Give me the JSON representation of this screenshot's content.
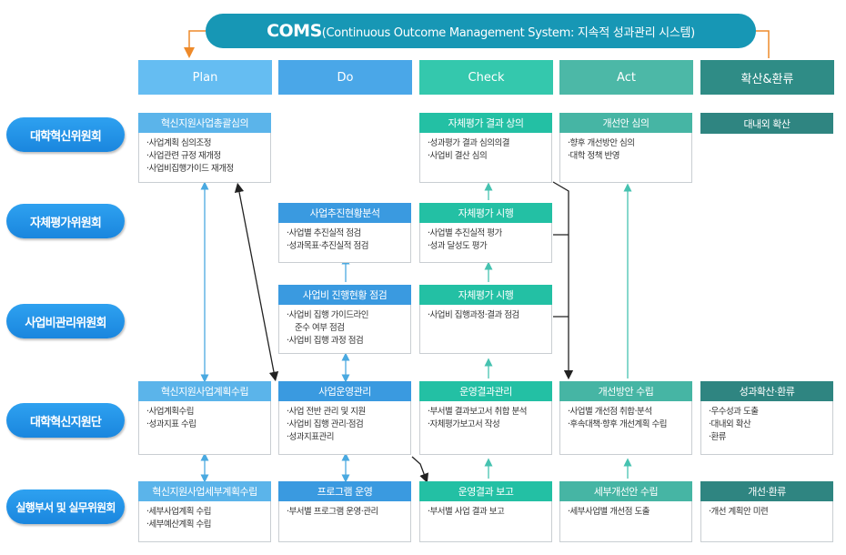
{
  "title": {
    "main": "COMS",
    "sub": "(Continuous Outcome Management System: 지속적 성과관리 시스템)"
  },
  "phases": [
    {
      "label": "Plan",
      "color": "#65bdf2"
    },
    {
      "label": "Do",
      "color": "#4aa7e8"
    },
    {
      "label": "Check",
      "color": "#34c8ad"
    },
    {
      "label": "Act",
      "color": "#4cb8a7"
    },
    {
      "label": "확산&환류",
      "color": "#2f8c86"
    }
  ],
  "rows": [
    "대학혁신위원회",
    "자체평가위원회",
    "사업비관리위원회",
    "대학혁신지원단",
    "실행부서 및 실무위원회"
  ],
  "boxes": {
    "plan_r1": {
      "title": "혁신지원사업총괄심의",
      "items": [
        "·사업계획 심의조정",
        "·사업관련 규정 재개정",
        "·사업비집행가이드 재개정"
      ]
    },
    "chk_r1": {
      "title": "자체평가 결과 상의",
      "items": [
        "·성과평가 결과 심의의결",
        "·사업비 결산 심의"
      ]
    },
    "act_r1": {
      "title": "개선안 심의",
      "items": [
        "·향후 개선방안 심의",
        "·대학 정책 반영"
      ]
    },
    "ext_r1": {
      "title": "대내외 확산",
      "items": []
    },
    "do_r2": {
      "title": "사업추진현황분석",
      "items": [
        "·사업별 추진실적 점검",
        "·성과목표·추진실적 점검"
      ]
    },
    "chk_r2": {
      "title": "자체평가 시행",
      "items": [
        "·사업별 추진실적 평가",
        "·성과 달성도 평가"
      ]
    },
    "do_r3": {
      "title": "사업비 진행현황 점검",
      "items": [
        "·사업비 집행 가이드라인",
        "준수 여부 점검",
        "·사업비 집행 과정 점검"
      ]
    },
    "chk_r3": {
      "title": "자체평가 시행",
      "items": [
        "·사업비 집행과정·결과 점검"
      ]
    },
    "plan_r4": {
      "title": "혁신지원사업계획수립",
      "items": [
        "·사업계획수립",
        "·성과지표 수립"
      ]
    },
    "do_r4": {
      "title": "사업운영관리",
      "items": [
        "·사업 전반 관리 및 지원",
        "·사업비 집행 관리·점검",
        "·성과지표관리"
      ]
    },
    "chk_r4": {
      "title": "운영결과관리",
      "items": [
        "·부서별 결과보고서 취합 분석",
        "·자체평가보고서 작성"
      ]
    },
    "act_r4": {
      "title": "개선방안 수립",
      "items": [
        "·사업별 개선점 취합·분석",
        "·후속대책·향후 개선계획 수립"
      ]
    },
    "ext_r4": {
      "title": "성과확산·환류",
      "items": [
        "·우수성과 도출",
        "·대내외 확산",
        "·환류"
      ]
    },
    "plan_r5": {
      "title": "혁신지원사업세부계획수립",
      "items": [
        "·세부사업계획 수립",
        "·세부예산계획 수립"
      ]
    },
    "do_r5": {
      "title": "프로그램 운영",
      "items": [
        "·부서별 프로그램 운영·관리"
      ]
    },
    "chk_r5": {
      "title": "운영결과 보고",
      "items": [
        "·부서별 사업 결과 보고"
      ]
    },
    "act_r5": {
      "title": "세부개선안 수립",
      "items": [
        "·세부사업별 개선점 도출"
      ]
    },
    "ext_r5": {
      "title": "개선·환류",
      "items": [
        "·개선 계획안 미련"
      ]
    }
  },
  "colors": {
    "title": "#1797b5",
    "orange_arrow": "#ee8a2a",
    "blue_arrow": "#4aa9e0",
    "teal_arrow": "#46c2b0",
    "black_arrow": "#222222"
  }
}
